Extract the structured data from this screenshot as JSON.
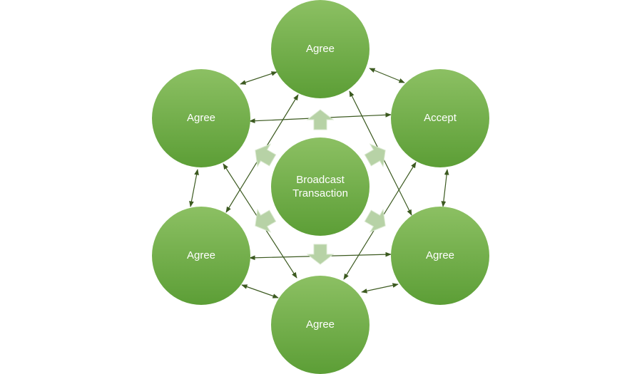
{
  "diagram": {
    "center_line1": "Broadcast",
    "center_line2": "Transaction",
    "node_top": "Agree",
    "node_top_left": "Agree",
    "node_top_right": "Accept",
    "node_bottom_left": "Agree",
    "node_bottom_right": "Agree",
    "node_bottom": "Agree"
  },
  "colors": {
    "node_fill_top": "#8cc063",
    "node_fill_bottom": "#5c9e36",
    "arrow": "#3c5a20",
    "connector_arrow": "#b7d2a6"
  }
}
